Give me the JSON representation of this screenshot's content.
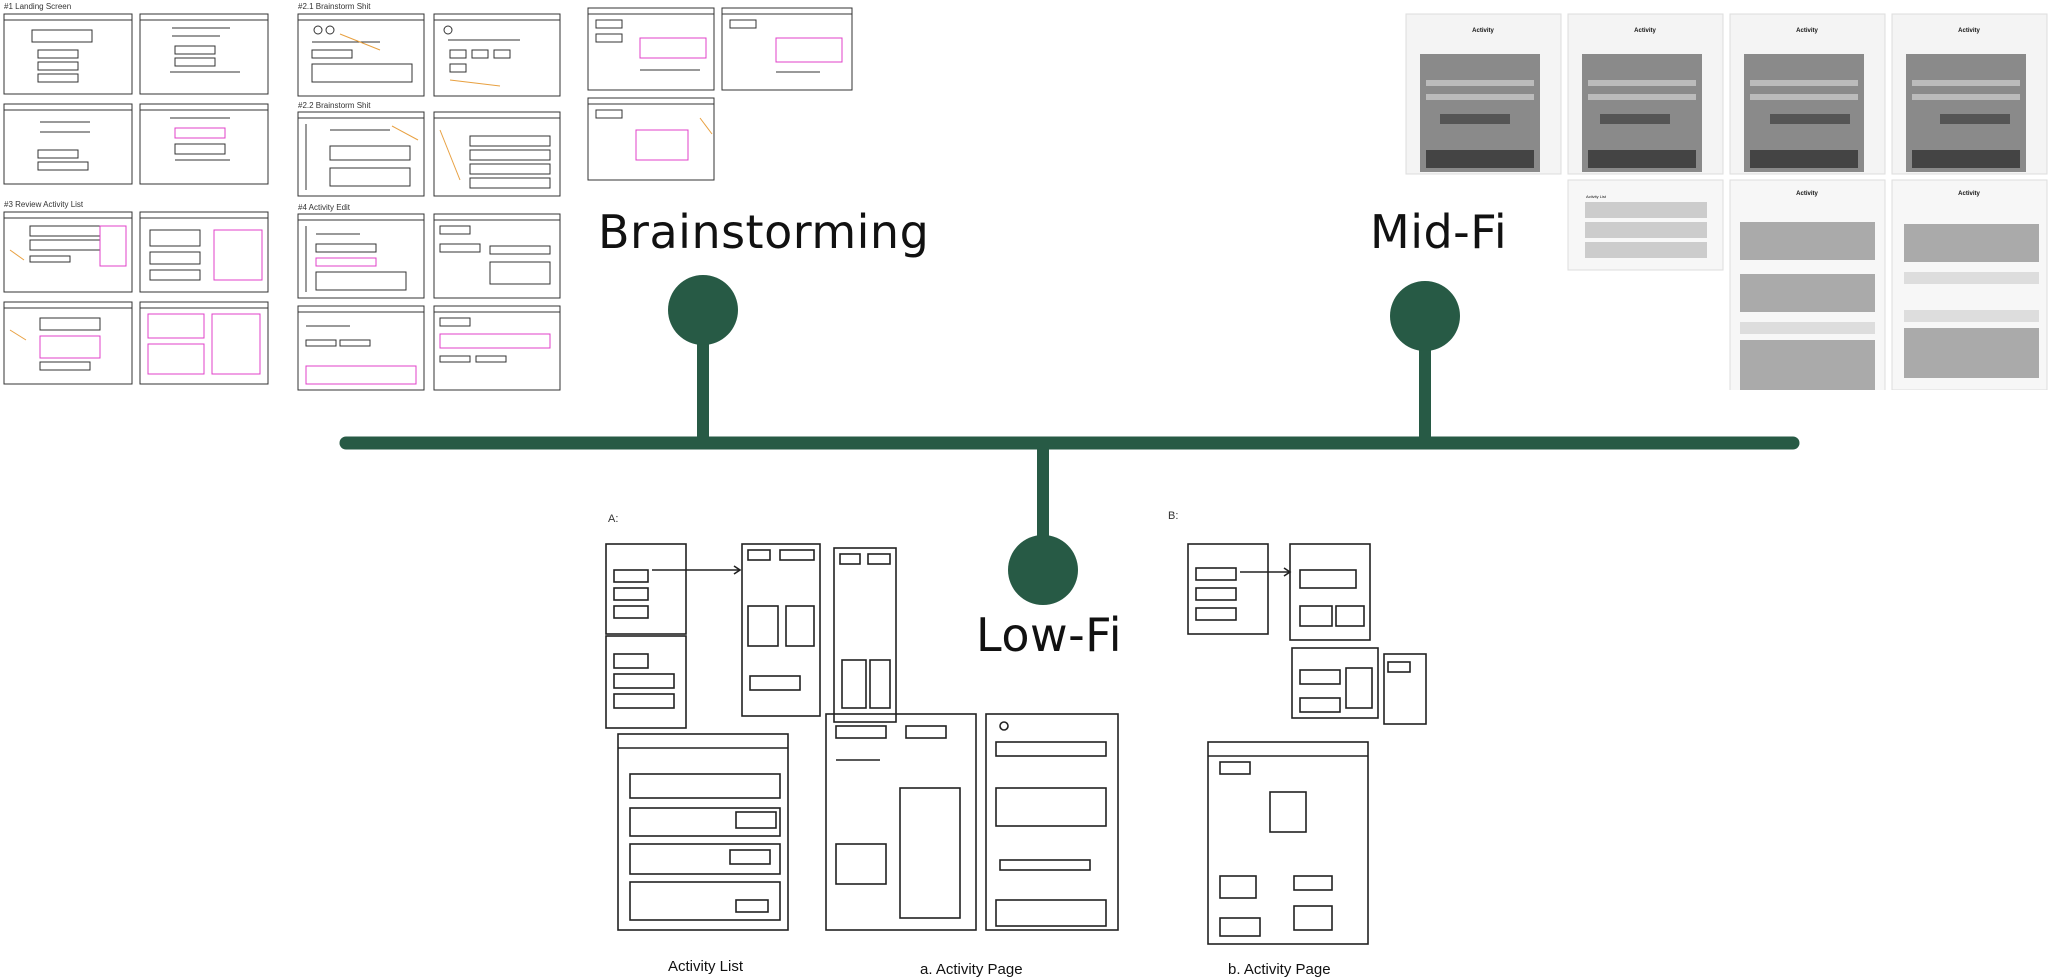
{
  "colors": {
    "timeline": "#275a45",
    "sketch": "#333333",
    "pink": "#e040c8",
    "orange": "#e8a040",
    "midfi_gray": "#8a8a8a"
  },
  "phases": [
    {
      "id": "brainstorming",
      "label": "Brainstorming"
    },
    {
      "id": "midfi",
      "label": "Mid-Fi"
    },
    {
      "id": "lowfi",
      "label": "Low-Fi"
    }
  ],
  "brainstorm_section_labels": [
    "#1 Landing Screen",
    "#2.1 Brainstorm Shit",
    "#2.2 Brainstorm Shit",
    "#3 Review Activity List",
    "#4 Activity Edit"
  ],
  "lowfi_markers": [
    "A:",
    "B:"
  ],
  "captions": {
    "activity_list": "Activity List",
    "activity_page_a": "a. Activity Page",
    "activity_page_b": "b. Activity Page"
  },
  "midfi_screens": {
    "title": "Activity",
    "list_title": "Activity List"
  }
}
